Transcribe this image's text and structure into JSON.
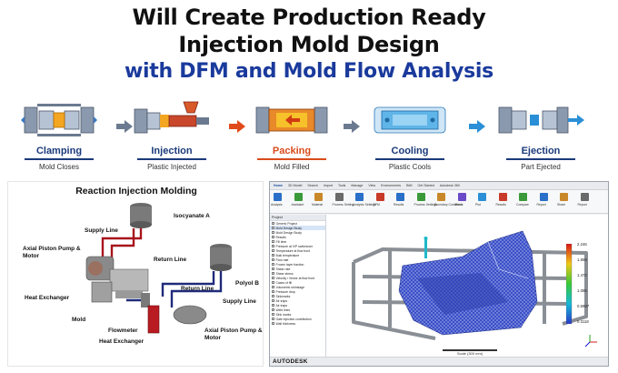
{
  "headline": {
    "line1": "Will Create Production Ready",
    "line2": "Injection Mold Design",
    "line3": "with DFM and Mold Flow Analysis"
  },
  "process": {
    "stages": [
      {
        "name": "Clamping",
        "sub": "Mold Closes",
        "icon": "clamping-icon"
      },
      {
        "name": "Injection",
        "sub": "Plastic Injected",
        "icon": "injection-icon"
      },
      {
        "name": "Packing",
        "sub": "Mold Filled",
        "icon": "packing-icon"
      },
      {
        "name": "Cooling",
        "sub": "Plastic Cools",
        "icon": "cooling-icon"
      },
      {
        "name": "Ejection",
        "sub": "Part Ejected",
        "icon": "ejection-icon"
      }
    ],
    "colors": {
      "primary": "#1a3a7a",
      "hot": "#d94a1a",
      "cool": "#2a9bd6",
      "arrow_red": "#e04a1a",
      "arrow_blue": "#2a8fd6"
    }
  },
  "rim": {
    "title": "Reaction Injection Molding",
    "labels": {
      "isocyanate": "Isocyanate A",
      "supply_line_1": "Supply Line",
      "pump_1": "Axial Piston Pump & Motor",
      "return_line_1": "Return Line",
      "polyol": "Polyol B",
      "return_line_2": "Return Line",
      "supply_line_2": "Supply Line",
      "heat_exchanger_1": "Heat Exchanger",
      "mold": "Mold",
      "flowmeter": "Flowmeter",
      "heat_exchanger_2": "Heat Exchanger",
      "pump_2": "Axial Piston Pump & Motor"
    }
  },
  "moldflow": {
    "ribbon_tabs": [
      "Home",
      "3D Model",
      "Search",
      "Import",
      "Tools",
      "Manage",
      "View",
      "Environments",
      "BIM",
      "Get Started",
      "Autodesk 360"
    ],
    "active_tab": "Home",
    "ribbon_items": [
      "Analysis",
      "Assistant",
      "Material",
      "Process Setting",
      "Analysis Settings",
      "DFM",
      "Results",
      "Process Settings",
      "Boundary Conditions",
      "Mesh",
      "Plot",
      "Results",
      "Compare",
      "Report",
      "Share",
      "Report"
    ],
    "project_header": "Project",
    "tree": [
      "Generic Project",
      "Mold Design Study",
      "Mold Design Study",
      "Results",
      "Fill time",
      "Pressure at V/P switchover",
      "Temperature at flow front",
      "Bulk temperature",
      "Flow rate",
      "Frozen layer fraction",
      "Shear rate",
      "Shear stress",
      "Velocity / Vector at flow front",
      "Cases of fill",
      "Volumetric shrinkage",
      "Pressure drop",
      "Sinkmarks",
      "Air traps",
      "Air traps",
      "Weld lines",
      "Sink marks",
      "Gate injection contribution",
      "Wall thickness"
    ],
    "selected_tree_index": 1,
    "legend_values": [
      "2.246",
      "1.859",
      "1.472",
      "1.085",
      "0.6987",
      "0.3118"
    ],
    "scale_label": "Scale (300 mm)",
    "brand": "AUTODESK",
    "colors": {
      "mesh": "#3a4fc8",
      "accent": "#1a4fa0"
    }
  }
}
